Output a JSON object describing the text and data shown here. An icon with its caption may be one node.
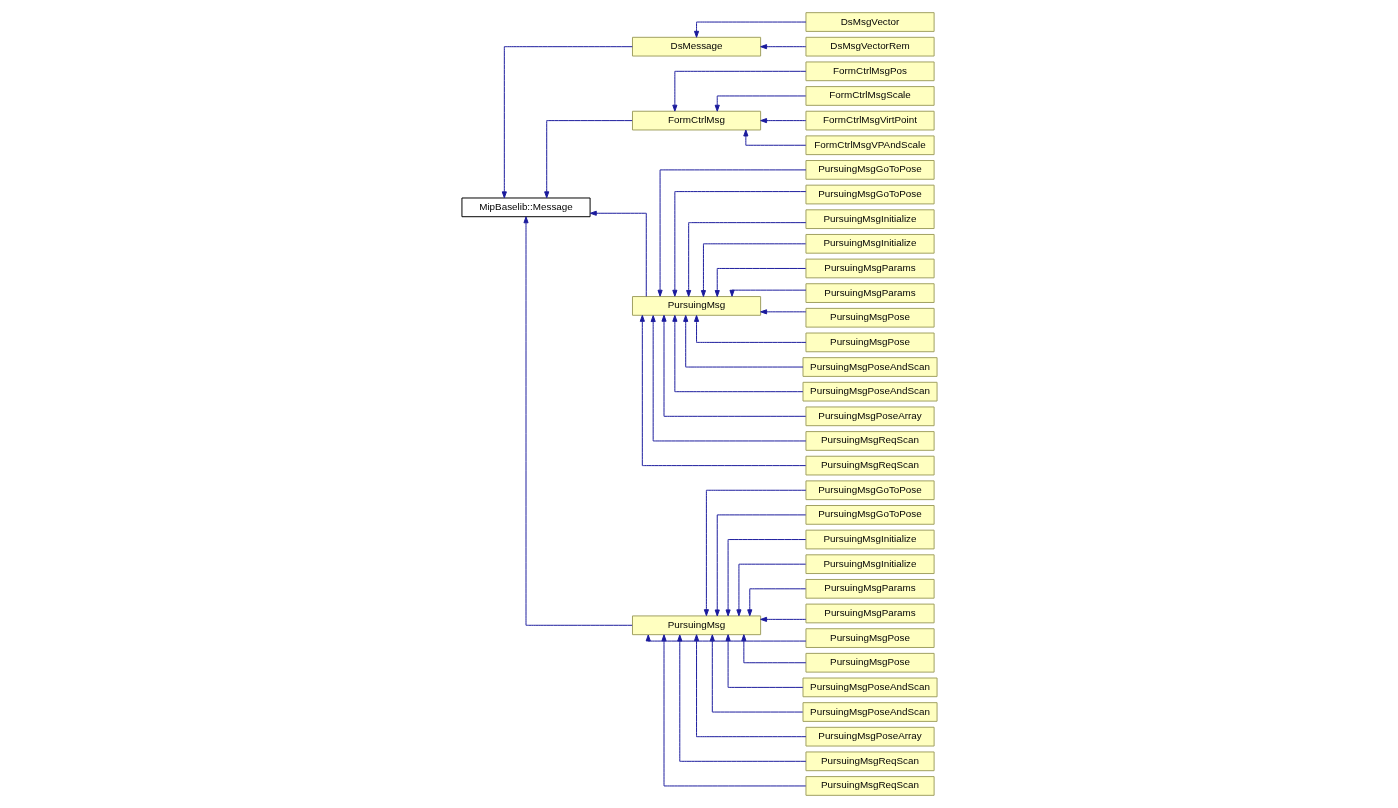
{
  "diagram": {
    "nodes": [
      {
        "text": [
          "MipBaselib::Message"
        ]
      },
      {
        "text": [
          "DsMessage"
        ]
      },
      {
        "text": [
          "DsMsgVector"
        ]
      },
      {
        "text": [
          "DsMsgVectorRem"
        ]
      },
      {
        "text": [
          "FormCtrlMsg"
        ]
      },
      {
        "text": [
          "FormCtrlMsgPos"
        ]
      },
      {
        "text": [
          "FormCtrlMsgScale"
        ]
      },
      {
        "text": [
          "FormCtrlMsgVirtPoint"
        ]
      },
      {
        "text": [
          "FormCtrlMsgVPAndScale"
        ]
      },
      {
        "text": [
          "PursuingMsg"
        ]
      },
      {
        "text": [
          "PursuingMsgGoToPose"
        ]
      },
      {
        "text": [
          "PursuingMsgGoToPose"
        ]
      },
      {
        "text": [
          "PursuingMsgInitialize"
        ]
      },
      {
        "text": [
          "PursuingMsgInitialize"
        ]
      },
      {
        "text": [
          "PursuingMsgParams"
        ]
      },
      {
        "text": [
          "PursuingMsgParams"
        ]
      },
      {
        "text": [
          "PursuingMsgPose"
        ]
      },
      {
        "text": [
          "PursuingMsgPose"
        ]
      },
      {
        "text": [
          "PursuingMsgPoseAndScan"
        ]
      },
      {
        "text": [
          "PursuingMsgPoseAndScan"
        ]
      },
      {
        "text": [
          "PursuingMsgPoseArray"
        ]
      },
      {
        "text": [
          "PursuingMsgReqScan"
        ]
      },
      {
        "text": [
          "PursuingMsgReqScan"
        ]
      },
      {
        "text": [
          "PursuingMsg"
        ]
      },
      {
        "text": [
          "PursuingMsgGoToPose"
        ]
      },
      {
        "text": [
          "PursuingMsgGoToPose"
        ]
      },
      {
        "text": [
          "PursuingMsgInitialize"
        ]
      },
      {
        "text": [
          "PursuingMsgInitialize"
        ]
      },
      {
        "text": [
          "PursuingMsgParams"
        ]
      },
      {
        "text": [
          "PursuingMsgParams"
        ]
      },
      {
        "text": [
          "PursuingMsgPose"
        ]
      },
      {
        "text": [
          "PursuingMsgPose"
        ]
      },
      {
        "text": [
          "PursuingMsgPoseAndScan"
        ]
      },
      {
        "text": [
          "PursuingMsgPoseAndScan"
        ]
      },
      {
        "text": [
          "PursuingMsgPoseArray"
        ]
      },
      {
        "text": [
          "PursuingMsgReqScan"
        ]
      },
      {
        "text": [
          "PursuingMsgReqScan"
        ]
      }
    ],
    "edges": [
      {
        "from": 1,
        "to": 0,
        "arrow": "to"
      },
      {
        "from": 4,
        "to": 0,
        "arrow": "to"
      },
      {
        "from": 9,
        "to": 0,
        "arrow": "to"
      },
      {
        "from": 23,
        "to": 0,
        "arrow": "to"
      },
      {
        "from": 2,
        "to": 1,
        "arrow": "to"
      },
      {
        "from": 3,
        "to": 1,
        "arrow": "to"
      },
      {
        "from": 5,
        "to": 4,
        "arrow": "to"
      },
      {
        "from": 6,
        "to": 4,
        "arrow": "to"
      },
      {
        "from": 7,
        "to": 4,
        "arrow": "to"
      },
      {
        "from": 8,
        "to": 4,
        "arrow": "to"
      },
      {
        "from": 10,
        "to": 9,
        "arrow": "to"
      },
      {
        "from": 11,
        "to": 9,
        "arrow": "to"
      },
      {
        "from": 12,
        "to": 9,
        "arrow": "to"
      },
      {
        "from": 13,
        "to": 9,
        "arrow": "to"
      },
      {
        "from": 14,
        "to": 9,
        "arrow": "to"
      },
      {
        "from": 15,
        "to": 9,
        "arrow": "to"
      },
      {
        "from": 16,
        "to": 9,
        "arrow": "to"
      },
      {
        "from": 17,
        "to": 9,
        "arrow": "to"
      },
      {
        "from": 18,
        "to": 9,
        "arrow": "to"
      },
      {
        "from": 19,
        "to": 9,
        "arrow": "to"
      },
      {
        "from": 20,
        "to": 9,
        "arrow": "to"
      },
      {
        "from": 21,
        "to": 9,
        "arrow": "to"
      },
      {
        "from": 22,
        "to": 9,
        "arrow": "to"
      },
      {
        "from": 24,
        "to": 23,
        "arrow": "to"
      },
      {
        "from": 25,
        "to": 23,
        "arrow": "to"
      },
      {
        "from": 26,
        "to": 23,
        "arrow": "to"
      },
      {
        "from": 27,
        "to": 23,
        "arrow": "to"
      },
      {
        "from": 28,
        "to": 23,
        "arrow": "to"
      },
      {
        "from": 29,
        "to": 23,
        "arrow": "to"
      },
      {
        "from": 30,
        "to": 23,
        "arrow": "to"
      },
      {
        "from": 31,
        "to": 23,
        "arrow": "to"
      },
      {
        "from": 32,
        "to": 23,
        "arrow": "to"
      },
      {
        "from": 33,
        "to": 23,
        "arrow": "to"
      },
      {
        "from": 34,
        "to": 23,
        "arrow": "to"
      },
      {
        "from": 35,
        "to": 23,
        "arrow": "to"
      },
      {
        "from": 36,
        "to": 23,
        "arrow": "to"
      }
    ]
  }
}
